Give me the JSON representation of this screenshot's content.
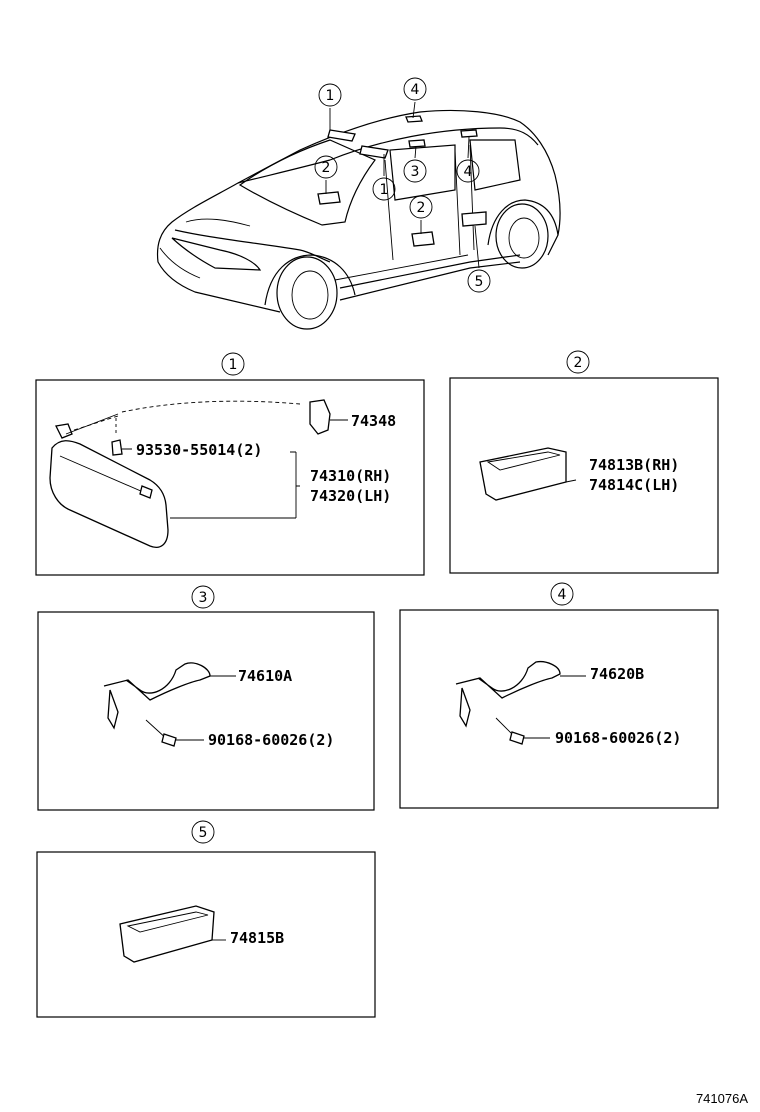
{
  "callouts": {
    "c1": "1",
    "c2": "2",
    "c3": "3",
    "c4": "4",
    "c5": "5"
  },
  "panel1": {
    "part_clip": "74348",
    "part_screw": "93530-55014(2)",
    "part_visor_rh": "74310(RH)",
    "part_visor_lh": "74320(LH)"
  },
  "panel2": {
    "part_rh": "74813B(RH)",
    "part_lh": "74814C(LH)"
  },
  "panel3": {
    "part_grip": "74610A",
    "part_screw": "90168-60026(2)"
  },
  "panel4": {
    "part_grip": "74620B",
    "part_screw": "90168-60026(2)"
  },
  "panel5": {
    "part_pocket": "74815B"
  },
  "figure_code": "741076A"
}
